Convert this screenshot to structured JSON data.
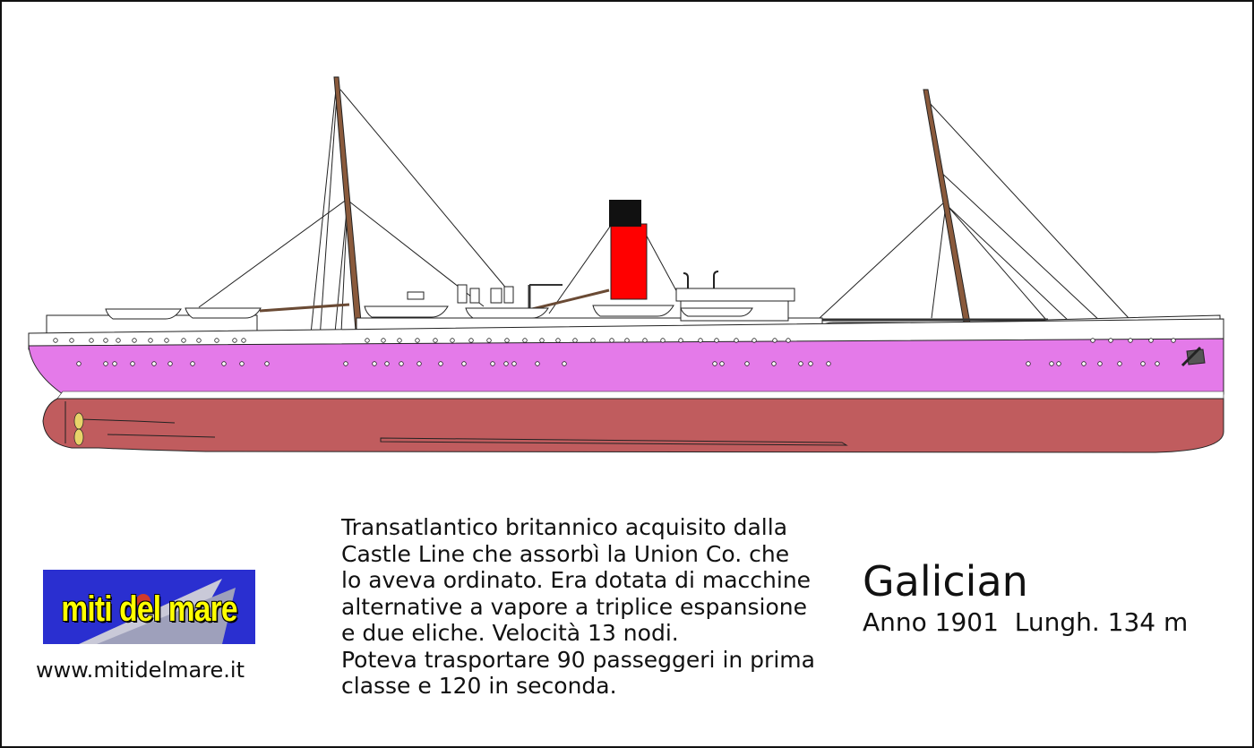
{
  "ship": {
    "name": "Galician",
    "info": "Anno 1901  Lungh. 134 m",
    "colors": {
      "hull_upper": "#e47ae9",
      "hull_lower": "#c05c5e",
      "funnel": "#ff0000",
      "funnel_top": "#111111",
      "superstructure": "#ffffff"
    }
  },
  "description": {
    "lines": [
      "Transatlantico britannico acquisito dalla",
      "Castle Line che assorbì la Union Co. che",
      "lo aveva ordinato. Era dotata di macchine",
      "alternative a vapore a triplice espansione",
      "e due eliche. Velocità 13 nodi.",
      "Poteva trasportare 90 passeggeri in prima",
      "classe e 120 in seconda."
    ]
  },
  "logo": {
    "text": "miti del mare",
    "background": "#2a2fd0",
    "text_color": "#ffff00"
  },
  "website": "www.mitidelmare.it"
}
